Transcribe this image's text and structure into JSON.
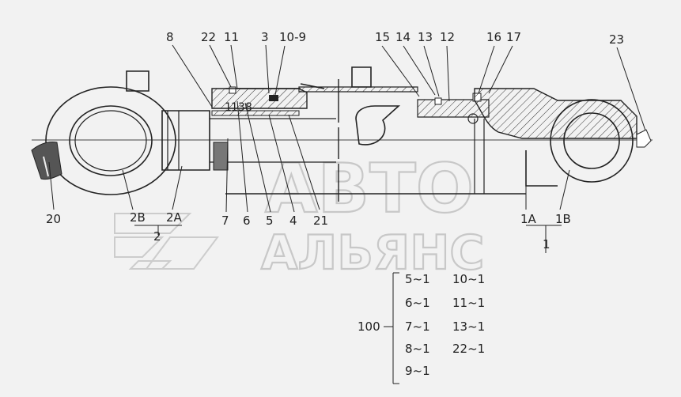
{
  "watermark": {
    "line1": "АВТО",
    "line2": "АЛЬЯНС",
    "logo": "avto-alyans-logo"
  },
  "part_labels": [
    {
      "id": "8",
      "text": "8"
    },
    {
      "id": "22",
      "text": "22"
    },
    {
      "id": "11",
      "text": "11"
    },
    {
      "id": "3",
      "text": "3"
    },
    {
      "id": "10-9",
      "text": "10-9"
    },
    {
      "id": "15",
      "text": "15"
    },
    {
      "id": "14",
      "text": "14"
    },
    {
      "id": "13",
      "text": "13"
    },
    {
      "id": "12",
      "text": "12"
    },
    {
      "id": "16",
      "text": "16"
    },
    {
      "id": "17",
      "text": "17"
    },
    {
      "id": "23",
      "text": "23"
    },
    {
      "id": "20",
      "text": "20"
    },
    {
      "id": "2B",
      "text": "2B"
    },
    {
      "id": "2A",
      "text": "2A"
    },
    {
      "id": "2",
      "text": "2"
    },
    {
      "id": "7",
      "text": "7"
    },
    {
      "id": "6",
      "text": "6"
    },
    {
      "id": "5",
      "text": "5"
    },
    {
      "id": "4",
      "text": "4"
    },
    {
      "id": "21",
      "text": "21"
    },
    {
      "id": "1A",
      "text": "1A"
    },
    {
      "id": "1B",
      "text": "1B"
    },
    {
      "id": "1",
      "text": "1"
    }
  ],
  "inline_marks": {
    "m1": "1",
    "m13": "13",
    "m8": "8"
  },
  "kit": {
    "number": "100",
    "items_left": [
      "5~1",
      "6~1",
      "7~1",
      "8~1",
      "9~1"
    ],
    "items_right": [
      "10~1",
      "11~1",
      "13~1",
      "22~1"
    ]
  }
}
